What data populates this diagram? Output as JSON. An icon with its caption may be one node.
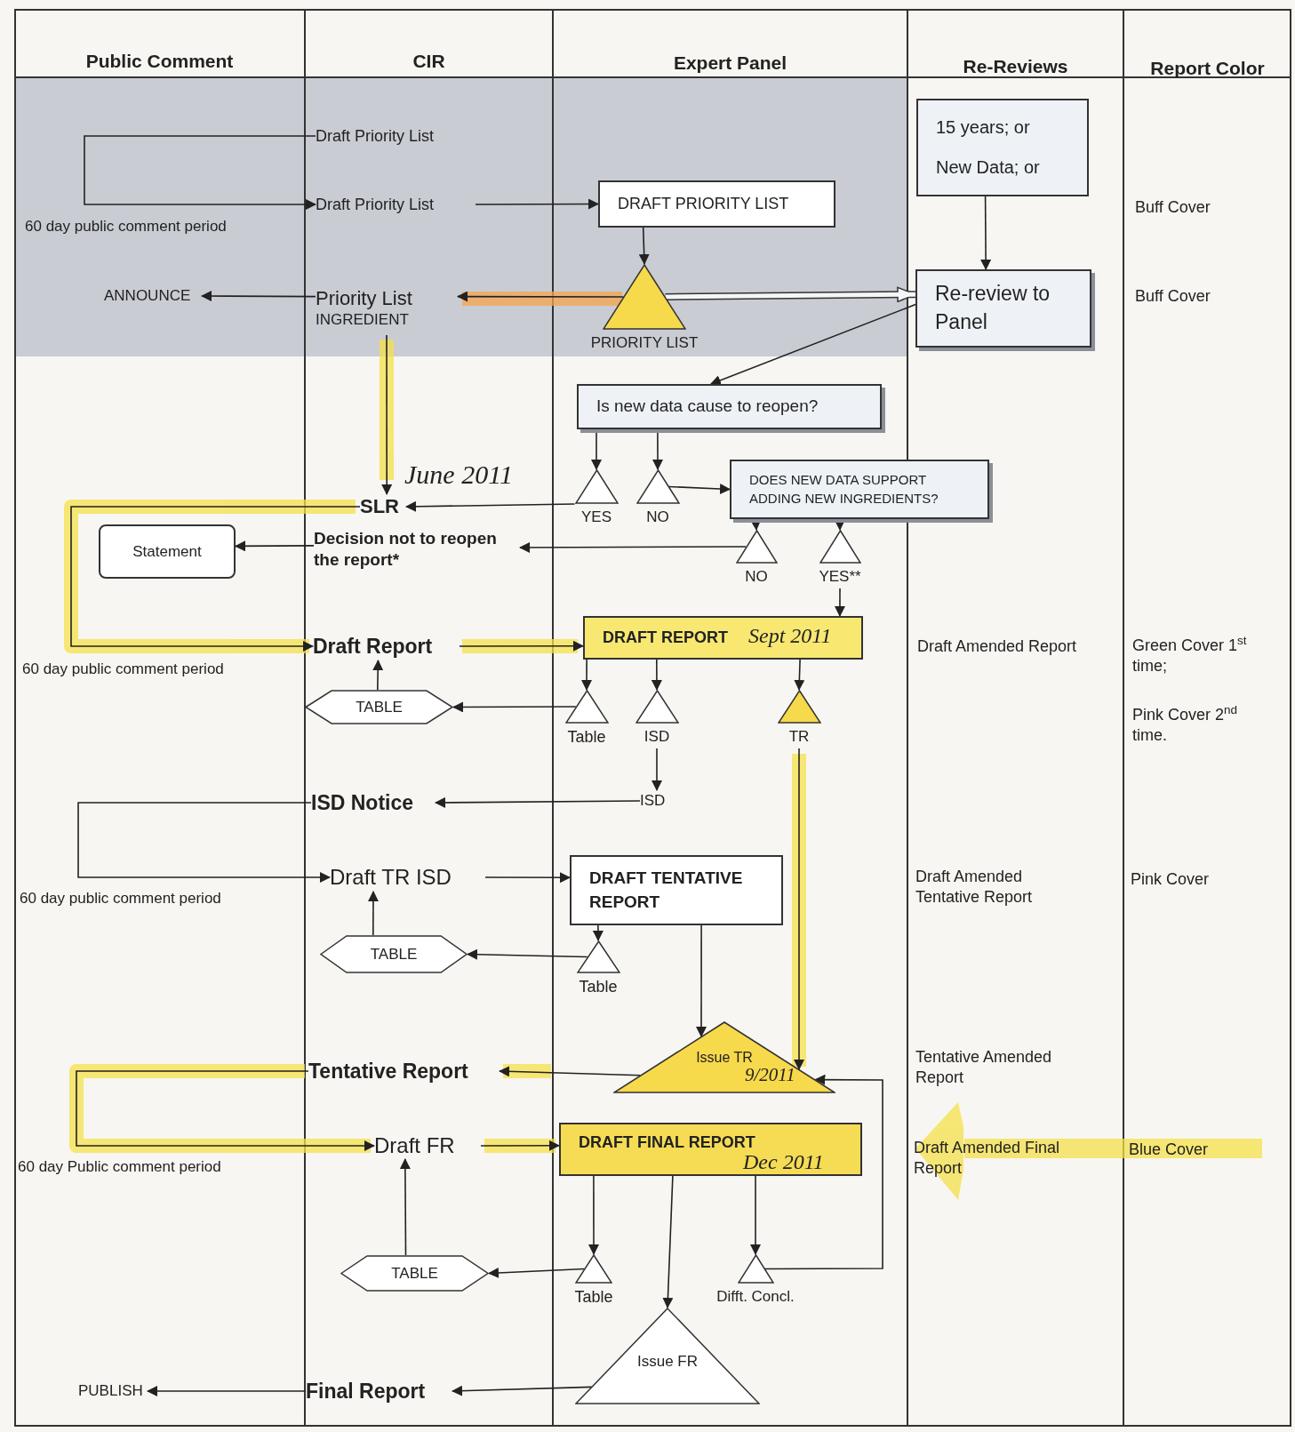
{
  "diagram": {
    "nodes": [
      {
        "text": [
          "Draft Priority List"
        ]
      },
      {
        "text": [
          "Draft Priority List"
        ]
      },
      {
        "text": [
          "DRAFT PRIORITY LIST"
        ]
      },
      {
        "text": [
          "ANNOUNCE"
        ]
      },
      {
        "text": [
          "Priority List",
          "INGREDIENT"
        ]
      },
      {
        "text": [
          "PRIORITY LIST"
        ]
      },
      {
        "text": [
          "15 years; or",
          "New Data; or"
        ]
      },
      {
        "text": [
          "Re-review to Panel"
        ]
      },
      {
        "text": [
          "Is new data cause to reopen?"
        ]
      },
      {
        "text": [
          "YES"
        ]
      },
      {
        "text": [
          "NO"
        ]
      },
      {
        "text": [
          "DOES NEW DATA SUPPORT ADDING NEW INGREDIENTS?"
        ]
      },
      {
        "text": [
          "NO"
        ]
      },
      {
        "text": [
          "YES**"
        ]
      },
      {
        "text": [
          "SLR"
        ]
      },
      {
        "text": [
          "Decision not to reopen the report*"
        ]
      },
      {
        "text": [
          "Statement"
        ]
      },
      {
        "text": [
          "Draft Report"
        ]
      },
      {
        "text": [
          "DRAFT REPORT"
        ]
      },
      {
        "text": [
          "TABLE"
        ]
      },
      {
        "text": [
          "Table"
        ]
      },
      {
        "text": [
          "ISD"
        ]
      },
      {
        "text": [
          "TR"
        ]
      },
      {
        "text": [
          "ISD"
        ]
      },
      {
        "text": [
          "ISD Notice"
        ]
      },
      {
        "text": [
          "Draft TR ISD"
        ]
      },
      {
        "text": [
          "DRAFT TENTATIVE REPORT"
        ]
      },
      {
        "text": [
          "TABLE"
        ]
      },
      {
        "text": [
          "Table"
        ]
      },
      {
        "text": [
          "Issue TR"
        ]
      },
      {
        "text": [
          "Tentative Report"
        ]
      },
      {
        "text": [
          "Draft FR"
        ]
      },
      {
        "text": [
          "DRAFT FINAL REPORT"
        ]
      },
      {
        "text": [
          "TABLE"
        ]
      },
      {
        "text": [
          "Table"
        ]
      },
      {
        "text": [
          "Difft. Concl."
        ]
      },
      {
        "text": [
          "Issue FR"
        ]
      },
      {
        "text": [
          "Final Report"
        ]
      },
      {
        "text": [
          "PUBLISH"
        ]
      }
    ],
    "edges": [
      {
        "from": 0,
        "to": 1,
        "arrow": "to",
        "label": "60 day public comment period"
      },
      {
        "from": 1,
        "to": 2,
        "arrow": "to"
      },
      {
        "from": 4,
        "to": 3,
        "arrow": "to"
      },
      {
        "from": 2,
        "to": 5,
        "arrow": "to"
      },
      {
        "from": 5,
        "to": 4,
        "arrow": "to"
      },
      {
        "from": 5,
        "to": 7,
        "arrow": "to",
        "style": "thick"
      },
      {
        "from": 6,
        "to": 7,
        "arrow": "to"
      },
      {
        "from": 7,
        "to": 8,
        "arrow": "to"
      },
      {
        "from": 4,
        "to": 14,
        "arrow": "to"
      },
      {
        "from": 8,
        "to": 9,
        "arrow": "to"
      },
      {
        "from": 8,
        "to": 10,
        "arrow": "to"
      },
      {
        "from": 9,
        "to": 14,
        "arrow": "to"
      },
      {
        "from": 10,
        "to": 11,
        "arrow": "to"
      },
      {
        "from": 11,
        "to": 12,
        "arrow": "to"
      },
      {
        "from": 11,
        "to": 13,
        "arrow": "to"
      },
      {
        "from": 12,
        "to": 15,
        "arrow": "to"
      },
      {
        "from": 15,
        "to": 16,
        "arrow": "to"
      },
      {
        "from": 14,
        "to": 17,
        "arrow": "to",
        "label": "60 day public comment period"
      },
      {
        "from": 13,
        "to": 18,
        "arrow": "to"
      },
      {
        "from": 17,
        "to": 18,
        "arrow": "to"
      },
      {
        "from": 18,
        "to": 20,
        "arrow": "to"
      },
      {
        "from": 18,
        "to": 21,
        "arrow": "to"
      },
      {
        "from": 18,
        "to": 22,
        "arrow": "to"
      },
      {
        "from": 20,
        "to": 19,
        "arrow": "to"
      },
      {
        "from": 19,
        "to": 17,
        "arrow": "to"
      },
      {
        "from": 21,
        "to": 23,
        "arrow": "to"
      },
      {
        "from": 23,
        "to": 24,
        "arrow": "to"
      },
      {
        "from": 24,
        "to": 25,
        "arrow": "to",
        "label": "60 day public comment period"
      },
      {
        "from": 25,
        "to": 26,
        "arrow": "to"
      },
      {
        "from": 26,
        "to": 28,
        "arrow": "to"
      },
      {
        "from": 28,
        "to": 27,
        "arrow": "to"
      },
      {
        "from": 27,
        "to": 25,
        "arrow": "to"
      },
      {
        "from": 26,
        "to": 29,
        "arrow": "to"
      },
      {
        "from": 22,
        "to": 29,
        "arrow": "to"
      },
      {
        "from": 29,
        "to": 30,
        "arrow": "to"
      },
      {
        "from": 30,
        "to": 31,
        "arrow": "to",
        "label": "60 day Public comment period"
      },
      {
        "from": 31,
        "to": 32,
        "arrow": "to"
      },
      {
        "from": 32,
        "to": 34,
        "arrow": "to"
      },
      {
        "from": 32,
        "to": 36,
        "arrow": "to"
      },
      {
        "from": 32,
        "to": 35,
        "arrow": "to"
      },
      {
        "from": 34,
        "to": 33,
        "arrow": "to"
      },
      {
        "from": 33,
        "to": 31,
        "arrow": "to"
      },
      {
        "from": 35,
        "to": 29,
        "arrow": "to"
      },
      {
        "from": 36,
        "to": 37,
        "arrow": "to"
      },
      {
        "from": 37,
        "to": 38,
        "arrow": "to"
      }
    ],
    "labels": [
      "Public Comment",
      "CIR",
      "Expert Panel",
      "Re-Reviews",
      "Report Color",
      "Buff Cover",
      "Buff Cover",
      "June 2011",
      "Draft Amended Report",
      "Green Cover 1$^{st}$ time;",
      "Sept 2011",
      "Pink Cover 2$^{nd}$ time.",
      "Draft Amended Tentative Report",
      "Pink Cover",
      "Tentative Amended Report",
      "9/2011",
      "Draft Amended Final Report",
      "Blue Cover",
      "Dec 2011"
    ]
  }
}
